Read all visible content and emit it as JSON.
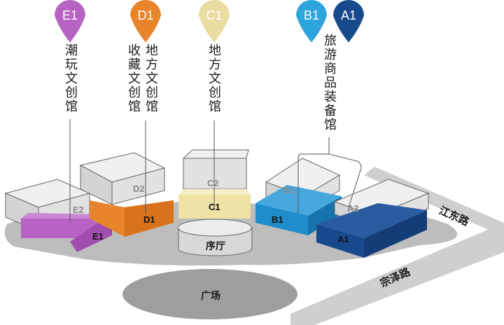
{
  "pins": [
    {
      "id": "E1",
      "color": "#b763c4"
    },
    {
      "id": "D1",
      "color": "#e8852a"
    },
    {
      "id": "C1",
      "color": "#e8dca0"
    },
    {
      "id": "B1",
      "color": "#2ea4dc"
    },
    {
      "id": "A1",
      "color": "#174a8c"
    }
  ],
  "halls": {
    "e1": "潮玩文创馆",
    "d1_col1": "收藏文创馆",
    "d1_col2": "地方文创馆",
    "c1": "地方文创馆",
    "ab": "旅游商品装备馆"
  },
  "blocks": {
    "e1": "E1",
    "e2": "E2",
    "d1": "D1",
    "d2": "D2",
    "c1": "C1",
    "c2": "C2",
    "b1": "B1",
    "b2": "B2",
    "a1": "A1",
    "a2": "A2",
    "hall": "序厅",
    "plaza": "广场"
  },
  "roads": {
    "jiangdong": "江东路",
    "zongze": "宗泽路"
  },
  "colors": {
    "e_purple": "#b763c4",
    "d_orange": "#e8852a",
    "c_yellow": "#eee3a4",
    "b_blue": "#1f8ccc",
    "a_navy": "#174a8c",
    "grey_block": "#dcdcdc",
    "ground": "#bdbdbd"
  }
}
